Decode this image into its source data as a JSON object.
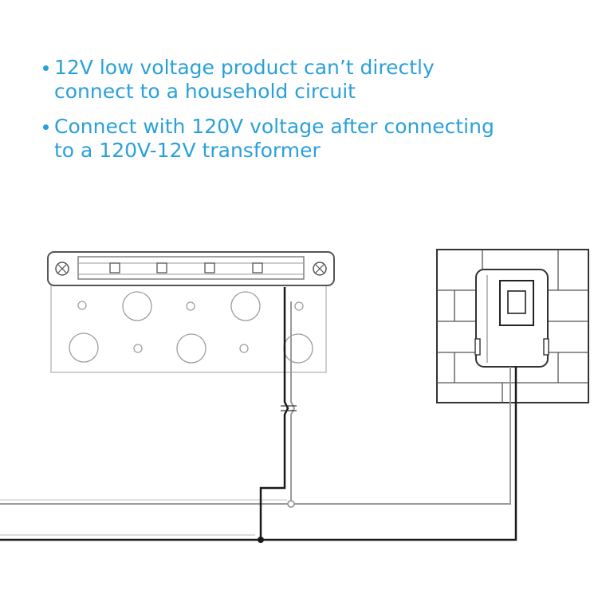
{
  "notes": [
    {
      "lines": [
        "12V low voltage product can’t directly",
        "connect to a household circuit"
      ]
    },
    {
      "lines": [
        "Connect with 120V voltage after connecting",
        "to a 120V-12V transformer"
      ]
    }
  ],
  "colors": {
    "text_accent": "#2aa0d8",
    "line_dark": "#1a1a1a",
    "line_light": "#9a9a9a"
  }
}
